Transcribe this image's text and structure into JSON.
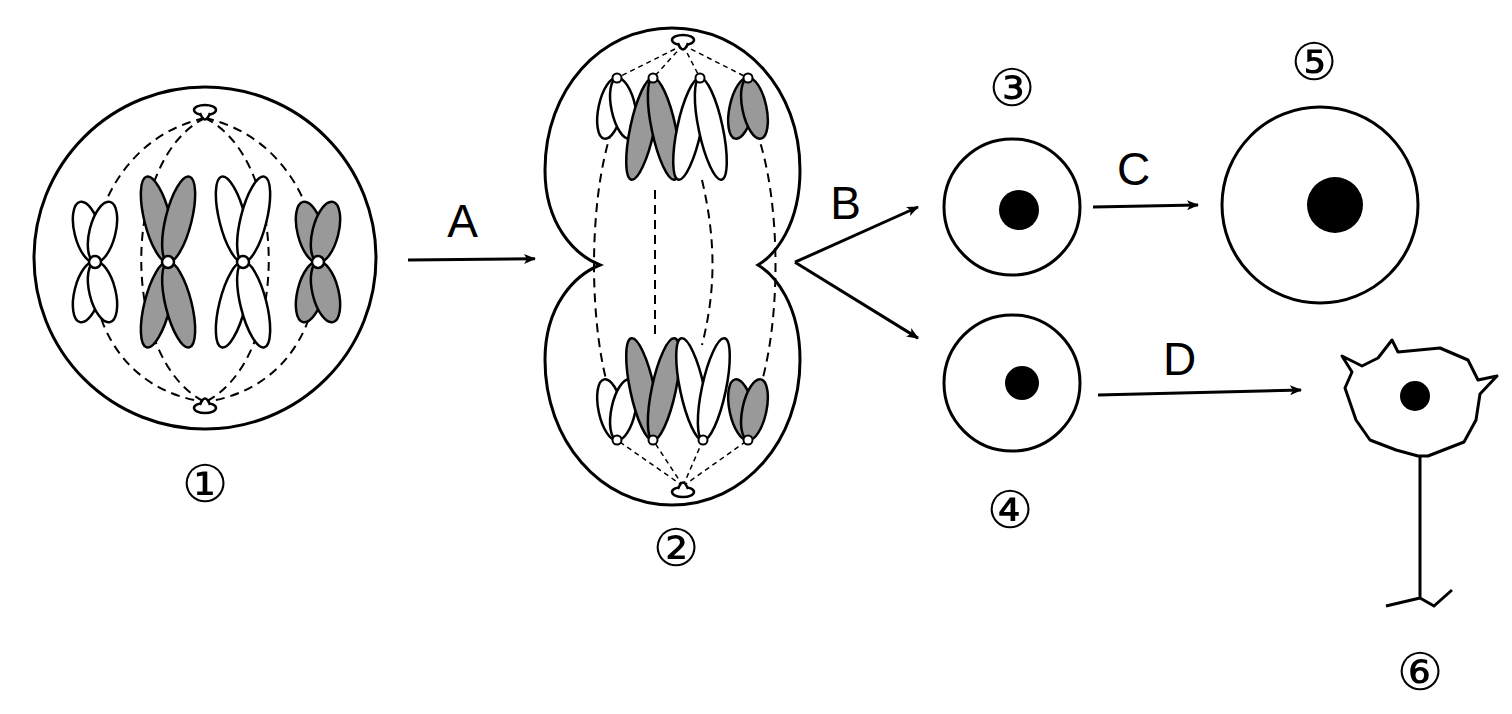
{
  "diagram": {
    "nodes": [
      {
        "text": [
          "①"
        ]
      },
      {
        "text": [
          "②"
        ]
      },
      {
        "text": [
          "③"
        ]
      },
      {
        "text": [
          "④"
        ]
      },
      {
        "text": [
          "⑤"
        ]
      },
      {
        "text": [
          "⑥"
        ]
      }
    ],
    "edges": [
      {
        "from": 0,
        "to": 1,
        "arrow": "to",
        "label": "A"
      },
      {
        "from": 1,
        "to": 2,
        "arrow": "to",
        "label": "B"
      },
      {
        "from": 1,
        "to": 3,
        "arrow": "to"
      },
      {
        "from": 2,
        "to": 4,
        "arrow": "to",
        "label": "C"
      },
      {
        "from": 3,
        "to": 5,
        "arrow": "to",
        "label": "D"
      }
    ]
  }
}
